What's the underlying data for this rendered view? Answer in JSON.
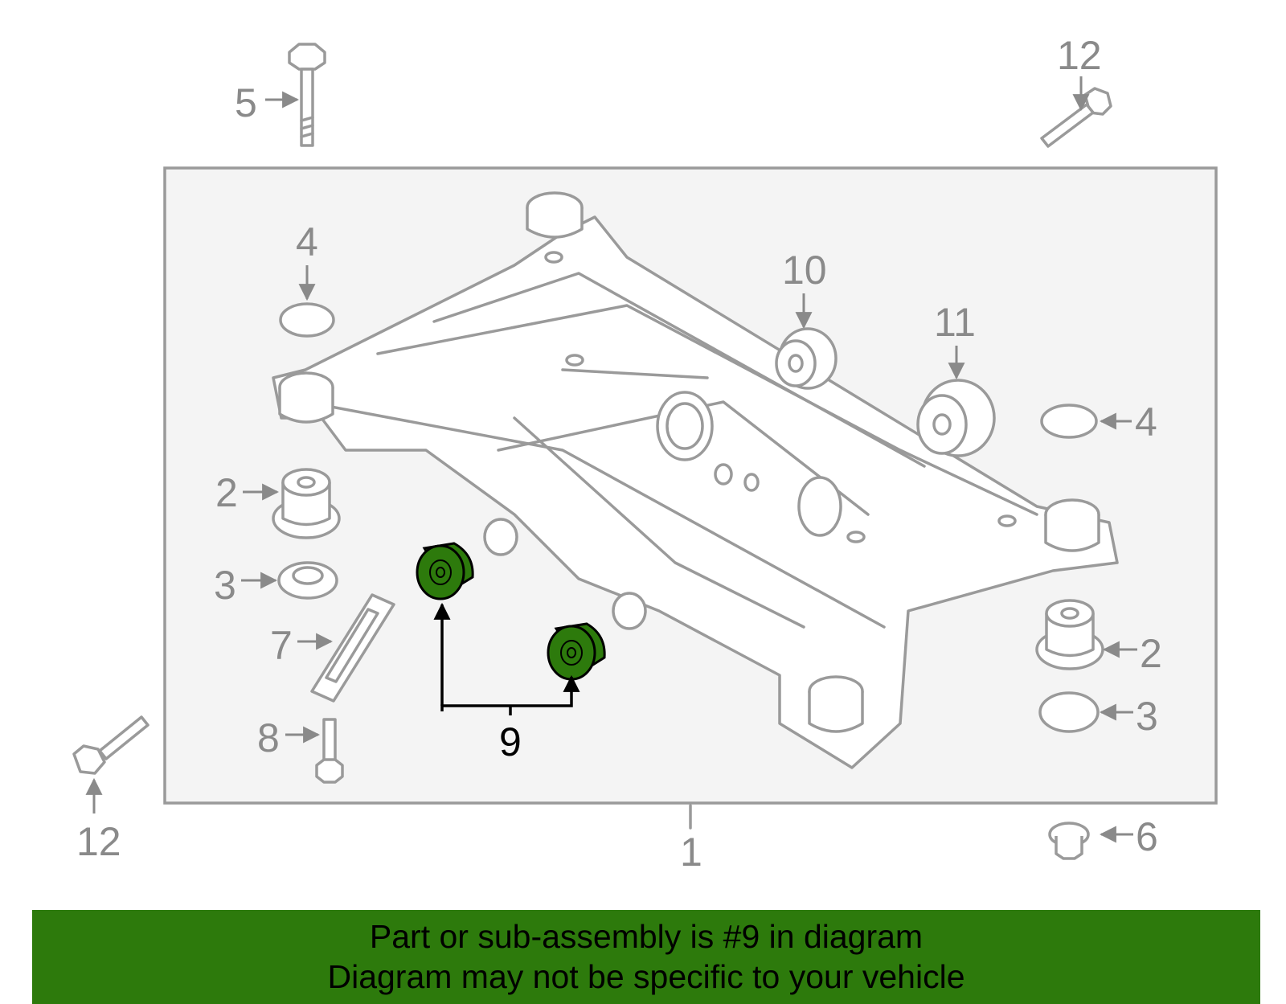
{
  "diagram": {
    "callouts": {
      "c1": "1",
      "c2_left": "2",
      "c2_right": "2",
      "c3_left": "3",
      "c3_right": "3",
      "c4_left": "4",
      "c4_right": "4",
      "c5": "5",
      "c6": "6",
      "c7": "7",
      "c8": "8",
      "c9": "9",
      "c10": "10",
      "c11": "11",
      "c12_top": "12",
      "c12_bottom": "12"
    },
    "highlight_part": "9",
    "colors": {
      "highlight": "#2d7a0c",
      "outline": "#9a9a9a",
      "frame_fill": "#f4f4f4"
    }
  },
  "banner": {
    "line1": "Part or sub-assembly is #9 in diagram",
    "line2": "Diagram may not be specific to your vehicle"
  }
}
